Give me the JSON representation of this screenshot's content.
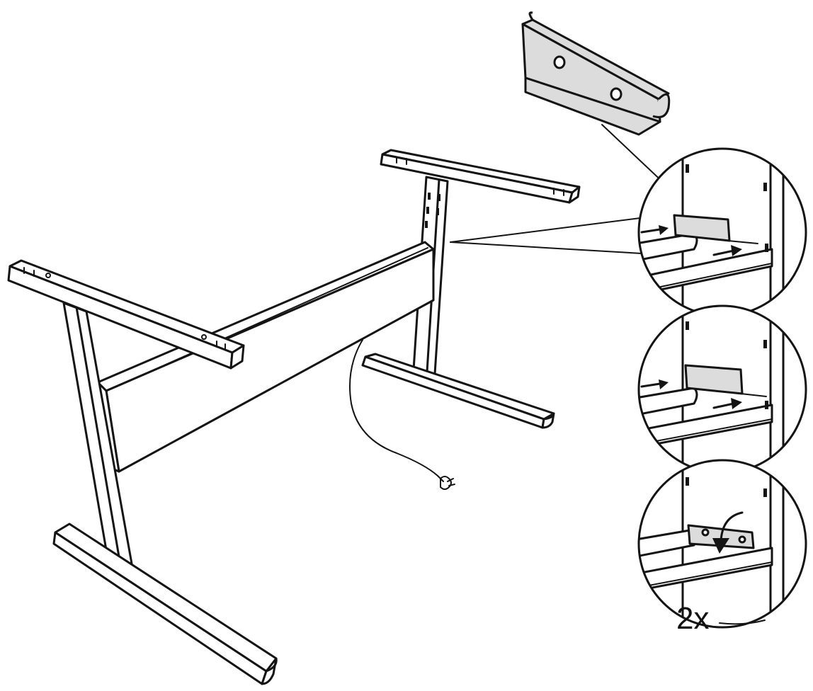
{
  "diagram": {
    "quantity_label": "2x"
  },
  "colors": {
    "line": "#141414",
    "part_fill": "#dcdcdc",
    "background": "#ffffff"
  },
  "icons": [
    "bracket-part",
    "table-frame",
    "power-plug",
    "insert-arrow",
    "rotate-arrow"
  ]
}
